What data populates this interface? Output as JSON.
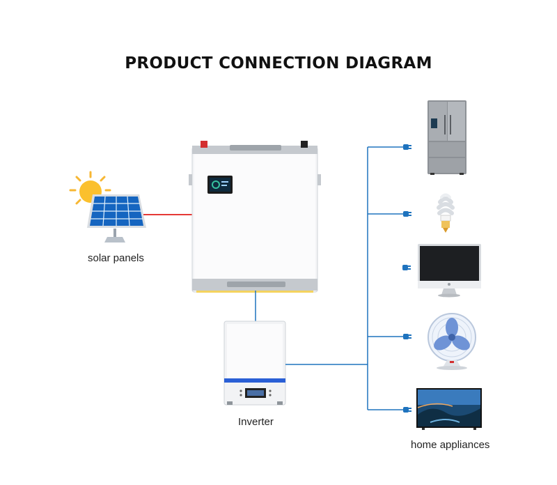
{
  "title": "PRODUCT CONNECTION DIAGRAM",
  "labels": {
    "solar": "solar panels",
    "inverter": "Inverter",
    "appliances": "home appliances"
  },
  "icons": {
    "sun": "sun-icon",
    "solar_panel": "solar-panel-icon",
    "battery": "battery-unit-icon",
    "inverter": "inverter-icon",
    "fridge": "refrigerator-icon",
    "bulb": "light-bulb-icon",
    "monitor": "computer-monitor-icon",
    "fan": "electric-fan-icon",
    "tv": "television-icon",
    "plug": "plug-icon"
  },
  "colors": {
    "solar_link": "#e53935",
    "ac_wiring": "#1e73be",
    "inverter_stripe": "#2a5fd6"
  }
}
